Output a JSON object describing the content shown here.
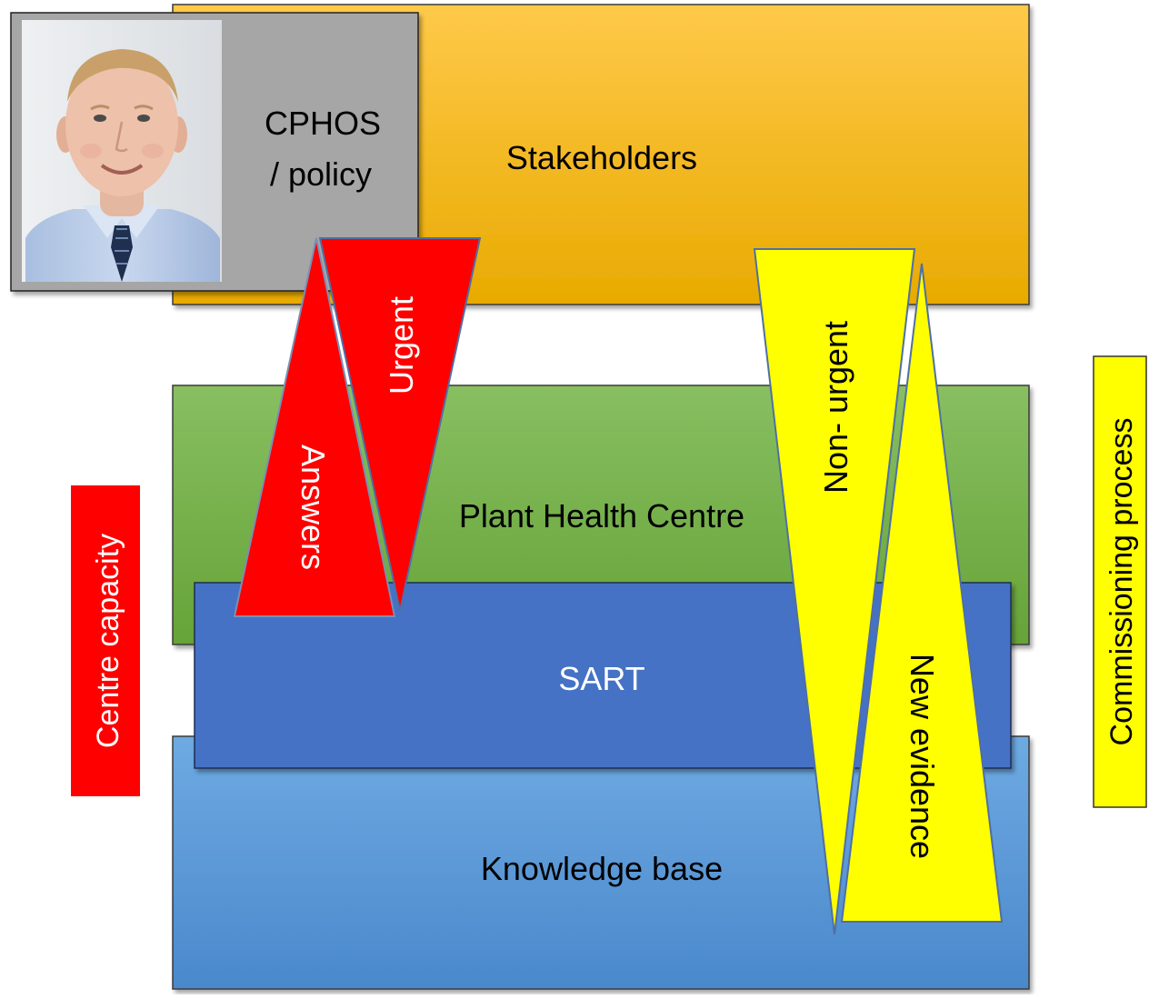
{
  "boxes": {
    "stakeholders": "Stakeholders",
    "cphos_line1": "CPHOS",
    "cphos_line2": "/ policy",
    "plant_health_centre": "Plant Health Centre",
    "sart": "SART",
    "knowledge_base": "Knowledge base"
  },
  "side_labels": {
    "left": "Centre capacity",
    "right": "Commissioning process"
  },
  "arrows": {
    "urgent": "Urgent",
    "answers": "Answers",
    "non_urgent": "Non- urgent",
    "new_evidence": "New evidence"
  },
  "colors": {
    "stakeholders_top": "#ffc63c",
    "stakeholders_bottom": "#e8aa00",
    "cphos": "#a6a6a6",
    "plant_health_top": "#86bd5f",
    "plant_health_bottom": "#67a63a",
    "sart": "#4472c4",
    "knowledge_top": "#6aa6e0",
    "knowledge_bottom": "#4a88cc",
    "red": "#ff0000",
    "yellow": "#ffff00"
  }
}
